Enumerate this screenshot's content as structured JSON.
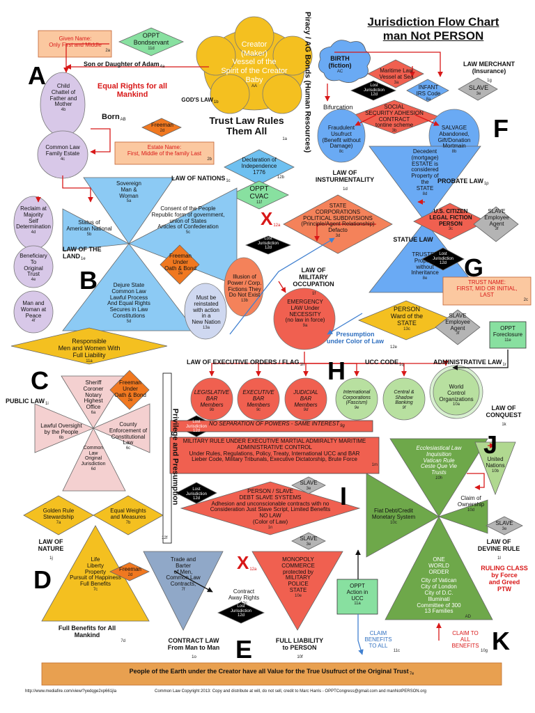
{
  "header": {
    "title_line1": "Jurisdiction Flow Chart",
    "title_line2": "man Not PERSON"
  },
  "side_labels": {
    "piracy": "Piracy / AG Bonds (Human Resources)",
    "privilege": "Privilege and Presumption",
    "privilege_code": "12f"
  },
  "letters": [
    "A",
    "B",
    "C",
    "D",
    "E",
    "F",
    "G",
    "H",
    "I",
    "J",
    "K"
  ],
  "colors": {
    "green": "#88e0a0",
    "orange": "#f07820",
    "salmon": "#fbc8a0",
    "lavender": "#d8c8e8",
    "blue": "#5aaaf0",
    "yellow": "#f4c020",
    "pink": "#f4d0d0",
    "red": "#f06050",
    "gray": "#b4b4b4",
    "olive": "#6ea84a",
    "black": "#000000",
    "beige": "#e8a050"
  },
  "nodes": {
    "given_name": {
      "lines": [
        "Given Name:",
        "Only First and Middle"
      ],
      "code": "2a"
    },
    "oppt_bond": {
      "lines": [
        "OPPT",
        "Bondservant"
      ],
      "code": "11d"
    },
    "creator": {
      "lines": [
        "Creator",
        "(Maker)",
        "Vessel of the",
        "Spirit of the Creator",
        "Baby"
      ],
      "code": "AA"
    },
    "son_daughter": {
      "text": "Son or Daughter of Adam",
      "code": "4a"
    },
    "equal_rights": {
      "lines": [
        "Equal Rights for all",
        "Mankind"
      ]
    },
    "gods_law": {
      "text": "GOD'S LAW",
      "code": "1b"
    },
    "child_chattel": {
      "lines": [
        "Child",
        "Chattel of",
        "Father and",
        "Mother"
      ],
      "code": "4b"
    },
    "born": {
      "text": "Born",
      "code": "AB"
    },
    "freeman_2d": {
      "text": "Freeman",
      "code": "2d"
    },
    "trust_law": {
      "lines": [
        "Trust Law Rules",
        "Them All"
      ],
      "code": "1a"
    },
    "common_law_family": {
      "lines": [
        "Common Law",
        "Family Estate"
      ],
      "code": "4c"
    },
    "estate_name": {
      "lines": [
        "Estate Name:",
        "First, Middle of the family Last"
      ],
      "code": "2b"
    },
    "declaration": {
      "lines": [
        "Declaration of",
        "Independence",
        "1776"
      ],
      "code": "12b"
    },
    "sovereign": {
      "lines": [
        "Sovereign",
        "Man &",
        "Woman"
      ],
      "code": "5a"
    },
    "law_of_nations": {
      "text": "LAW OF NATIONS",
      "code": "1c"
    },
    "oppt_cvac": {
      "lines": [
        "OPPT",
        "CVAC"
      ],
      "code": "11f"
    },
    "reclaim": {
      "lines": [
        "Reclaim at",
        "Majority",
        "Self",
        "Determination"
      ],
      "code": "4d"
    },
    "status_american": {
      "lines": [
        "Status of",
        "American National"
      ],
      "code": "5b"
    },
    "consent": {
      "lines": [
        "Consent of the People",
        "Republic form of government,",
        "union of States",
        "Articles of Confederation"
      ],
      "code": "5c"
    },
    "x_12a": {
      "text": "X",
      "code": "12a"
    },
    "state_corps": {
      "lines": [
        "STATE",
        "CORPORATIONS",
        "POLITICAL SUBDIVISIONS",
        "(Principle/Agent Relationship)",
        "Defacto"
      ],
      "code": "3d"
    },
    "lost_jur_12d": {
      "lines": [
        "Lost",
        "Jurisdiction",
        "12d"
      ]
    },
    "law_of_land": {
      "text": "LAW OF THE LAND",
      "code": "1e"
    },
    "beneficiary": {
      "lines": [
        "Beneficiary",
        "To",
        "Original",
        "Trust"
      ],
      "code": "4e"
    },
    "freeman_oath_2e": {
      "lines": [
        "Freeman",
        "Under",
        "Oath & Bond"
      ],
      "code": "2e"
    },
    "illusion": {
      "lines": [
        "Illusion of",
        "Power / Corp.",
        "Fictions They",
        "Do Not Exist"
      ],
      "code": "13b"
    },
    "law_military": {
      "lines": [
        "LAW OF",
        "MILITARY",
        "OCCUPATION"
      ],
      "code": "1f"
    },
    "dejure": {
      "lines": [
        "Dejure State",
        "Common Law",
        "Lawful Process",
        "And Equal Rights",
        "Secures in Law",
        "Constitutions"
      ],
      "code": "5d"
    },
    "must_reinstate": {
      "lines": [
        "Must be",
        "reinstated",
        "with action",
        "in a",
        "New Nation"
      ],
      "code": "13a"
    },
    "emergency": {
      "lines": [
        "EMERGENCY",
        "LAW Under",
        "NECESSITY",
        "(no law in force)"
      ],
      "code": "9a"
    },
    "man_woman_peace": {
      "lines": [
        "Man and",
        "Woman at",
        "Peace"
      ],
      "code": "4f"
    },
    "responsible": {
      "lines": [
        "Responsible",
        "Men and Women With",
        "Full Liability"
      ],
      "code": "11a"
    },
    "presumption": {
      "lines": [
        "Presumption",
        "under Color of Law"
      ],
      "code": "12e"
    },
    "sheriff": {
      "lines": [
        "Sheriff",
        "Coroner",
        "Notary",
        "Highest",
        "Office"
      ],
      "code": "6a"
    },
    "freeman_oath_2e_b": {
      "lines": [
        "Freeman",
        "Under",
        "Oath & Bond"
      ],
      "code": "2e"
    },
    "law_exec_orders": {
      "text": "LAW OF EXECUTIVE ORDERS / FLAG",
      "code": "1h"
    },
    "ucc_code": {
      "text": "UCC CODE",
      "code": "1q"
    },
    "admin_law": {
      "text": "ADMINISTRATIVE LAW",
      "code": "1r"
    },
    "public_law": {
      "text": "PUBLIC LAW",
      "code": "1i"
    },
    "county": {
      "lines": [
        "County",
        "Enforcement of",
        "Constitutional",
        "Law"
      ],
      "code": "6c"
    },
    "lawful_oversight": {
      "lines": [
        "Lawful Oversight",
        "by the People"
      ],
      "code": "6b"
    },
    "common_law_original": {
      "lines": [
        "Common",
        "Law",
        "Original",
        "Jurisdiction"
      ],
      "code": "6d"
    },
    "legislative": {
      "lines": [
        "LEGISLATIVE",
        "BAR",
        "Members"
      ],
      "code": "9b"
    },
    "executive": {
      "lines": [
        "EXECUTIVE",
        "BAR",
        "Members"
      ],
      "code": "9c"
    },
    "judicial": {
      "lines": [
        "JUDICIAL",
        "BAR",
        "Members"
      ],
      "code": "9d"
    },
    "intl_corps": {
      "lines": [
        "International",
        "Corporations",
        "(Fascism)"
      ],
      "code": "9e"
    },
    "central_banking": {
      "lines": [
        "Central &",
        "Shadow",
        "Banking"
      ],
      "code": "9f"
    },
    "world_control": {
      "lines": [
        "World",
        "Control",
        "Organizations"
      ],
      "code": "10a"
    },
    "law_conquest": {
      "lines": [
        "LAW OF",
        "CONQUEST"
      ],
      "code": "1k"
    },
    "no_separation": {
      "text": "NO SEPARATION OF POWERS - SAME INTEREST",
      "code": "9g"
    },
    "military_rule": {
      "lines": [
        "MILITARY RULE UNDER EXECUTIVE MARTIAL ADMIRALTY MARITIME",
        "ADMINISTRATIVE CONTROL",
        "Under Rules, Regulations, Policy, Treaty, International UCC and BAR",
        "Lieber Code, Military Tribunals, Executive Dictatorship, Brute Force"
      ],
      "code": "1m"
    },
    "eccl": {
      "lines": [
        "Ecclesiastical Law",
        "Inquisition",
        "Vatican Rule",
        "Ceste Que Vie",
        "Trusts"
      ],
      "code": "10h"
    },
    "united_nations": {
      "lines": [
        "United",
        "Nations"
      ],
      "code": "10b"
    },
    "golden_rule": {
      "lines": [
        "Golden Rule",
        "Stewardship"
      ],
      "code": "7a"
    },
    "equal_weights": {
      "lines": [
        "Equal Weights",
        "and Measures"
      ],
      "code": "7b"
    },
    "person_slave": {
      "lines": [
        "PERSON / SLAVE",
        "DEBT SLAVE SYSTEMS",
        "Adhesion and unconscionable contracts with no",
        "Consideration Just Slave Script, Limited Benefits",
        "NO LAW",
        "(Color of Law)"
      ],
      "code": "1n"
    },
    "fiat_debt": {
      "lines": [
        "Fiat Debt/Credit",
        "Monetary System"
      ],
      "code": "10c"
    },
    "claim_ownership": {
      "lines": [
        "Claim of",
        "Ownership"
      ],
      "code": "10d"
    },
    "slave_3e": {
      "text": "SLAVE",
      "code": "3e"
    },
    "slave_3f": {
      "lines": [
        "SLAVE",
        "Employee",
        "Agent"
      ],
      "code": "3f"
    },
    "law_nature": {
      "lines": [
        "LAW OF",
        "NATURE"
      ],
      "code": "1j"
    },
    "law_devine": {
      "lines": [
        "LAW OF",
        "DEVINE RULE"
      ],
      "code": "1l"
    },
    "life_liberty": {
      "lines": [
        "Life",
        "Liberty",
        "Property",
        "Pursuit of Happiness",
        "Full Benefits"
      ],
      "code": "7c"
    },
    "freeman_2d_b": {
      "text": "Freeman",
      "code": "2d"
    },
    "trade_barter": {
      "lines": [
        "Trade and",
        "Barter",
        "of Men,",
        "Common Law",
        "Contracts,"
      ],
      "code": "7f"
    },
    "x_12a_b": {
      "text": "X",
      "code": "12a"
    },
    "monopoly": {
      "lines": [
        "MONOPOLY",
        "COMMERCE",
        "protected by",
        "MILITARY",
        "POLICE",
        "STATE"
      ],
      "code": "10e"
    },
    "contract_away": {
      "lines": [
        "Contract",
        "Away Rights"
      ],
      "code": "12c"
    },
    "oppt_ucc": {
      "lines": [
        "OPPT",
        "Action in",
        "UCC"
      ],
      "code": "11a"
    },
    "one_world": {
      "lines": [
        "ONE",
        "WORLD",
        "ORDER",
        "",
        "City of Vatican",
        "City of London",
        "City of D.C.",
        "Illuminati",
        "Committee of 300",
        "13 Families"
      ],
      "code": "AD"
    },
    "ruling_class": {
      "lines": [
        "RULING CLASS",
        "by Force",
        "and Greed",
        "PTW"
      ]
    },
    "full_benefits_mankind": {
      "lines": [
        "Full Benefits for All",
        "Mankind"
      ],
      "code": "7d"
    },
    "contract_law": {
      "lines": [
        "CONTRACT LAW",
        "From Man to Man"
      ],
      "code": "1o"
    },
    "full_liability_person": {
      "lines": [
        "FULL LIABILITY",
        "to PERSON"
      ],
      "code": "10f"
    },
    "claim_benefits": {
      "lines": [
        "CLAIM",
        "BENEFITS",
        "TO ALL"
      ],
      "code": "11c"
    },
    "claim_to_all": {
      "lines": [
        "CLAIM TO",
        "ALL",
        "BENEFITS"
      ],
      "code": "10g"
    },
    "birth": {
      "lines": [
        "BIRTH",
        "(fiction)"
      ],
      "code": "AC"
    },
    "maritime_law": {
      "lines": [
        "Maritime Law",
        "Vessel at Sea"
      ],
      "code": "3a"
    },
    "law_merchant": {
      "lines": [
        "LAW MERCHANT",
        "(Insurance)"
      ],
      "code": "1g"
    },
    "infant_irs": {
      "lines": [
        "INFANT",
        "IRS Code"
      ],
      "code": "8a"
    },
    "slave_3e_top": {
      "text": "SLAVE",
      "code": "3e"
    },
    "bifurcation": {
      "text": "Bifurcation"
    },
    "social_security": {
      "lines": [
        "SOCIAL",
        "SECURITY ADHESION",
        "CONTRACT",
        "tontine scheme"
      ],
      "code": "3b"
    },
    "fraudulent": {
      "lines": [
        "Fraudulent",
        "Usufruct",
        "(Benefit without",
        "Damage)"
      ],
      "code": "8c"
    },
    "salvage": {
      "lines": [
        "SALVAGE",
        "Abandoned,",
        "Gift/Donation",
        "Mortmain"
      ],
      "code": "8b"
    },
    "decedent": {
      "lines": [
        "Decedent",
        "(mortgage)",
        "ESTATE is",
        "considered",
        "Property of",
        "the",
        "STATE"
      ],
      "code": "8d"
    },
    "law_instrumentality": {
      "lines": [
        "LAW OF",
        "INSTURMENTALITY"
      ],
      "code": "1d"
    },
    "probate_law": {
      "text": "PROBATE LAW",
      "code": "1p"
    },
    "us_citizen": {
      "lines": [
        "U.S. CITIZEN",
        "LEGAL FICTION",
        "PERSON"
      ],
      "code": "3c"
    },
    "statue_law": {
      "text": "STATUE LAW"
    },
    "trustee": {
      "lines": [
        "TRUSTEE",
        "Property",
        "without",
        "Inheritance"
      ],
      "code": "8e"
    },
    "trust_name": {
      "lines": [
        "TRUST NAME:",
        "FIRST, MID OR INITIAL,",
        "LAST"
      ],
      "code": "2c"
    },
    "person_ward": {
      "lines": [
        "PERSON",
        "Ward of the",
        "STATE"
      ],
      "code": "13c"
    },
    "oppt_foreclosure": {
      "lines": [
        "OPPT",
        "Foreclosure"
      ],
      "code": "11e"
    },
    "bottom_banner": {
      "text": "People of the Earth under the Creator have all Value for the True Usufruct of the Original Trust",
      "code": "7e"
    }
  },
  "footer": {
    "url": "http://www.mediafire.com/view/?yedqge2xp661jla",
    "copyright": "Common Law Copyright 2013: Copy and distribute at will, do not sell, credit to Marc Harris - OPPTCongress@gmail.com and manNotPERSON.org"
  }
}
